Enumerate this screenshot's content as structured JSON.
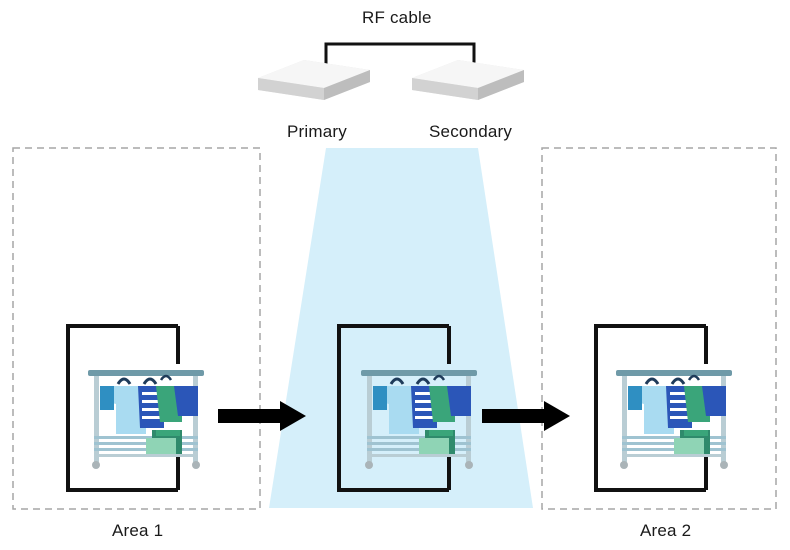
{
  "labels": {
    "rf_cable": "RF cable",
    "primary": "Primary",
    "secondary": "Secondary",
    "area1": "Area 1",
    "area2": "Area 2"
  },
  "colors": {
    "beam": "#d5effa",
    "dashed_border": "#a6a6a6",
    "frame": "#111111",
    "antenna_top": "#f3f3f3",
    "antenna_side": "#d9d9d9",
    "rack_rail": "#6f9aa8",
    "shirt_light": "#a9dbf1",
    "shirt_dark": "#2b56b8",
    "shirt_green": "#3aa57a",
    "shirt_teal": "#2f8fc2",
    "box_green": "#2f8a6c"
  },
  "icons": [
    "antenna-icon",
    "clothing-rack-icon",
    "arrow-right-icon"
  ]
}
